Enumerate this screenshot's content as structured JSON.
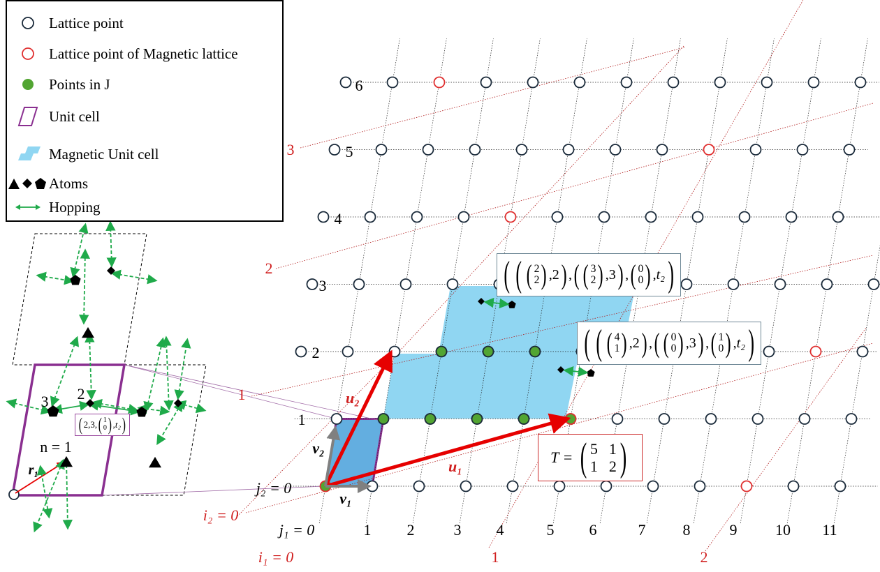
{
  "legend": [
    {
      "icon": "open-circle-black",
      "label": "Lattice point"
    },
    {
      "icon": "open-circle-red",
      "label": "Lattice point of Magnetic lattice"
    },
    {
      "icon": "filled-circle-green",
      "label": "Points in J"
    },
    {
      "icon": "parallelogram-purple",
      "label": "Unit cell"
    },
    {
      "icon": "blue-cells",
      "label": "Magnetic Unit cell"
    },
    {
      "icon": "triangle-diamond-pentagon",
      "label": "Atoms"
    },
    {
      "icon": "double-arrow-green",
      "label": "Hopping"
    }
  ],
  "j1_ticks": [
    "0",
    "1",
    "2",
    "3",
    "4",
    "5",
    "6",
    "7",
    "8",
    "9",
    "10",
    "11"
  ],
  "j2_ticks": [
    "0",
    "1",
    "2",
    "3",
    "4",
    "5",
    "6"
  ],
  "j1_axis_label": "j₁ = 0",
  "j2_axis_label": "j₂ = 0",
  "i1_axis_label": "i₁ = 0",
  "i2_axis_label": "i₂ = 0",
  "i1_ticks": [
    "1",
    "2"
  ],
  "i2_ticks": [
    "1",
    "2",
    "3"
  ],
  "vectors": {
    "u1": "u₁",
    "u2": "u₂",
    "v1": "v₁",
    "v2": "v₂"
  },
  "unit_cell": {
    "n_label": "n = 1",
    "r_label": "r₁",
    "atom_labels": [
      "3",
      "2"
    ]
  },
  "hop_small": {
    "a": "2",
    "b": "3",
    "top": "1",
    "bot": "0",
    "t": "t₂"
  },
  "hop_tuple_1": {
    "a1": "2",
    "a2": "2",
    "b": "2",
    "c1": "3",
    "c2": "2",
    "d": "3",
    "e1": "0",
    "e2": "0",
    "t": "t₂"
  },
  "hop_tuple_2": {
    "a1": "4",
    "a2": "1",
    "b": "2",
    "c1": "0",
    "c2": "0",
    "d": "3",
    "e1": "1",
    "e2": "0",
    "t": "t₂"
  },
  "T_matrix": {
    "label": "T =",
    "m11": "5",
    "m12": "1",
    "m21": "1",
    "m22": "2"
  },
  "colors": {
    "lattice": "#1a2a3a",
    "magnetic": "#e03030",
    "green": "#52a532",
    "purple": "#8a2f90",
    "blue": "#90d6f2",
    "hop": "#1faa4a"
  }
}
